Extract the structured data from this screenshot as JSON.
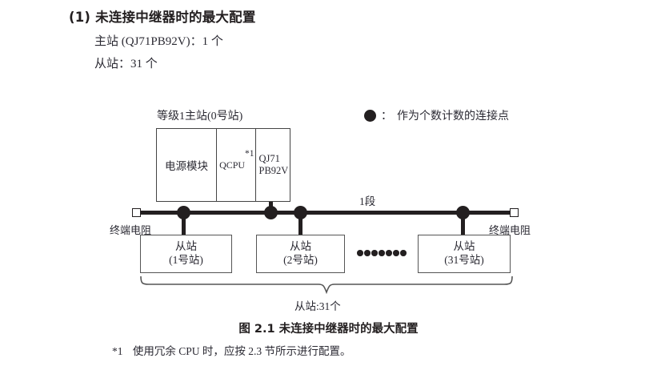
{
  "heading": {
    "number": "(1)",
    "title": "未连接中继器时的最大配置",
    "spec_master": "主站 (QJ71PB92V)：1 个",
    "spec_slave": "从站：31 个"
  },
  "diagram": {
    "master_rack_label": "等级1主站(0号站)",
    "modules": {
      "power": "电源模块",
      "cpu": "QCPU",
      "cpu_footnote_mark": "*1",
      "network_line1": "QJ71",
      "network_line2": "PB92V"
    },
    "legend": {
      "symbol": "connection-point-dot",
      "colon": "：",
      "text": "作为个数计数的连接点"
    },
    "segment_label": "1段",
    "terminator_left": "终端电阻",
    "terminator_right": "终端电阻",
    "slaves": [
      {
        "name": "从站",
        "station": "(1号站)"
      },
      {
        "name": "从站",
        "station": "(2号站)"
      },
      {
        "name": "从站",
        "station": "(31号站)"
      }
    ],
    "ellipsis_dot_count": 7,
    "brace_caption": "从站:31个",
    "connection_dot_count": 4,
    "colors": {
      "ink": "#231f20",
      "text": "#2b2a33",
      "box_stroke": "#555555",
      "background": "#ffffff"
    }
  },
  "figure": {
    "caption": "图 2.1  未连接中继器时的最大配置"
  },
  "footnote": {
    "mark": "*1",
    "text": "使用冗余 CPU 时，应按 2.3 节所示进行配置。"
  }
}
